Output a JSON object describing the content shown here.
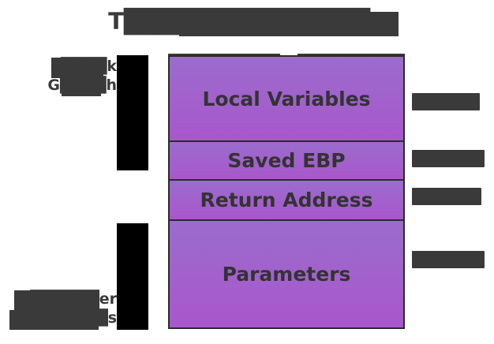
{
  "figure": {
    "title": "T██████████████e",
    "title_visible_prefix": "T",
    "title_visible_suffix": "e",
    "type": "stack-frame-diagram",
    "background_color": "#ffffff",
    "title_color": "#3a3a3a"
  },
  "stack": {
    "border_color": "#2b2b2b",
    "gradient_top": "#9a6ccd",
    "gradient_bottom": "#a957cc",
    "text_color": "#333333",
    "cells": [
      {
        "label": "Local Variables"
      },
      {
        "label": "Saved EBP"
      },
      {
        "label": "Return Address"
      },
      {
        "label": "Parameters"
      }
    ]
  },
  "left_annotations": {
    "redaction_color": "#000000",
    "top_label_text": "████k\nG████h",
    "bottom_label_text": "██████er\nA██████s",
    "bars": [
      {
        "name": "upper-bar"
      },
      {
        "name": "lower-bar"
      }
    ]
  },
  "right_annotations": {
    "redaction_color": "#3a3a3a",
    "items": [
      {
        "label": "███████"
      },
      {
        "label": "████████"
      },
      {
        "label": "███████"
      },
      {
        "label": "████████"
      }
    ]
  }
}
